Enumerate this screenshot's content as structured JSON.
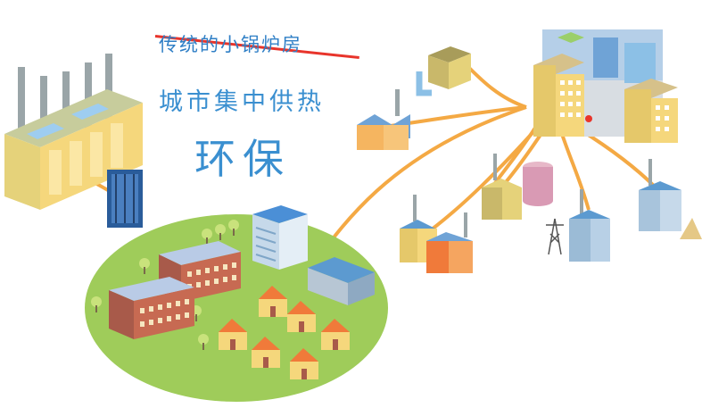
{
  "text": {
    "strikethrough_title": "传统的小锅炉房",
    "main_title": "城市集中供热",
    "eco_title": "环保"
  },
  "colors": {
    "pipe": "#f4a944",
    "grass": "#9fcc5a",
    "text_blue": "#3a8fd0",
    "strike_red": "#e8342b",
    "factory_yellow": "#f5d77c",
    "roof_orange": "#f07a3a",
    "building_blue": "#6fa3d6"
  },
  "icons": [
    "boiler-house-icon",
    "heat-exchanger-icon",
    "residential-district-icon",
    "city-block-icon",
    "factory-icon",
    "storage-tank-icon",
    "power-tower-icon",
    "water-tower-icon"
  ]
}
